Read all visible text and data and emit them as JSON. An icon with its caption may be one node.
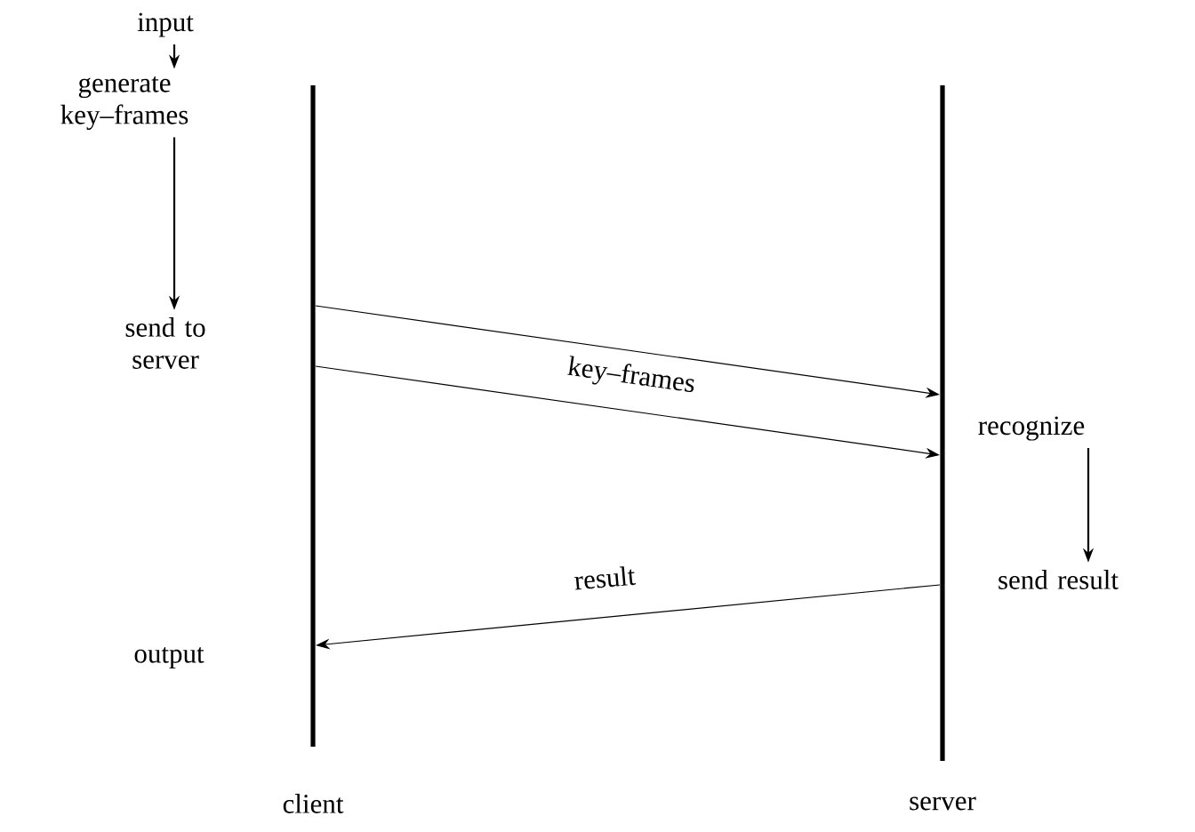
{
  "diagram": {
    "nodes": [
      {
        "text": [
          "input"
        ]
      },
      {
        "text": [
          "generate key–frames"
        ]
      },
      {
        "text": [
          "send to server"
        ]
      },
      {
        "text": [
          "recognize"
        ]
      },
      {
        "text": [
          "send result"
        ]
      },
      {
        "text": [
          "output"
        ]
      },
      {
        "text": [
          "client"
        ]
      },
      {
        "text": [
          "server"
        ]
      },
      {
        "text": [],
        "shape": "bar"
      },
      {
        "text": [],
        "shape": "bar"
      }
    ],
    "edges": [
      {
        "from": 0,
        "to": 1,
        "arrow": "to"
      },
      {
        "from": 1,
        "to": 2,
        "arrow": "to"
      },
      {
        "from": 3,
        "to": 4,
        "arrow": "to"
      },
      {
        "from": 8,
        "to": 9,
        "arrow": "to"
      },
      {
        "from": 8,
        "to": 9,
        "arrow": "to",
        "label": "key–frames"
      },
      {
        "from": 9,
        "to": 8,
        "arrow": "to",
        "label": "result"
      }
    ]
  }
}
